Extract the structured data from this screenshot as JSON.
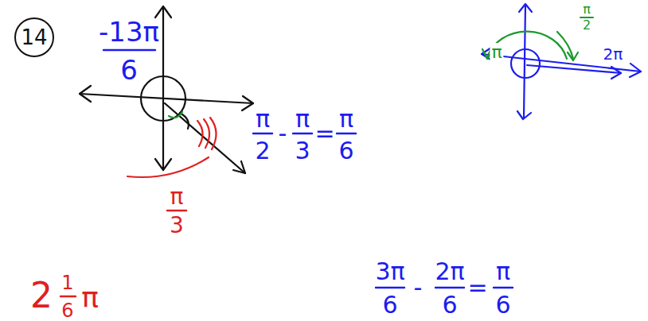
{
  "diagram": {
    "nodes": [
      {
        "text": [
          "14"
        ]
      }
    ],
    "labels": [
      "-13π",
      "6",
      "π",
      "3",
      "π",
      "2",
      "-",
      "π",
      "3",
      "=",
      "π",
      "6",
      "2",
      "1",
      "6",
      "π",
      "3π",
      "6",
      "-",
      "2π",
      "6",
      "=",
      "π",
      "6",
      "π",
      "2",
      "π",
      "2π"
    ]
  }
}
